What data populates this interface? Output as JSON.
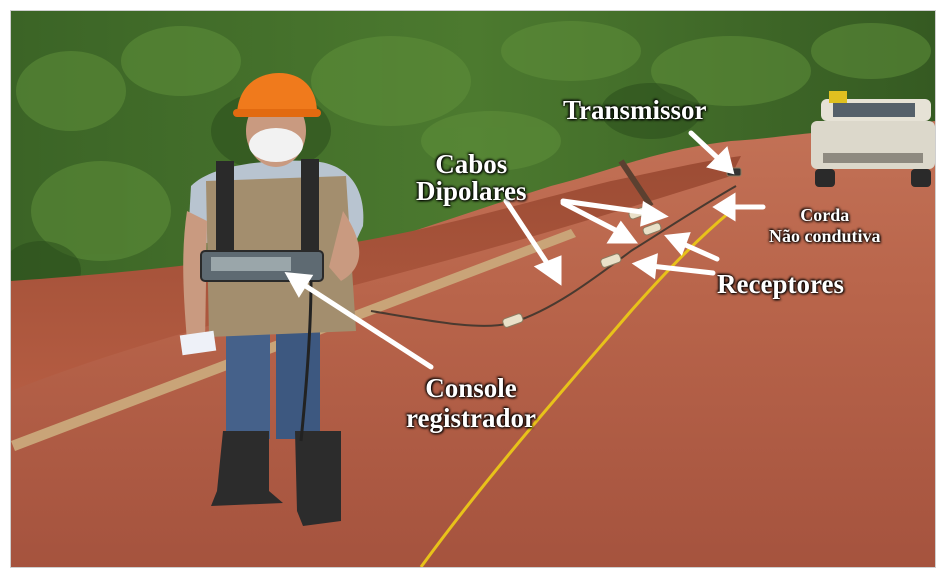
{
  "labels": {
    "transmissor": "Transmissor",
    "cabos_line1": "Cabos",
    "cabos_line2": "Dipolares",
    "corda_line1": "Corda",
    "corda_line2": "Não condutiva",
    "receptores": "Receptores",
    "console_line1": "Console",
    "console_line2": "registrador"
  },
  "colors": {
    "soil": "#b8624a",
    "vegetation": "#3f6a2a",
    "helmet": "#f07a1c",
    "arrow": "#ffffff",
    "rope": "#e8c21a"
  }
}
